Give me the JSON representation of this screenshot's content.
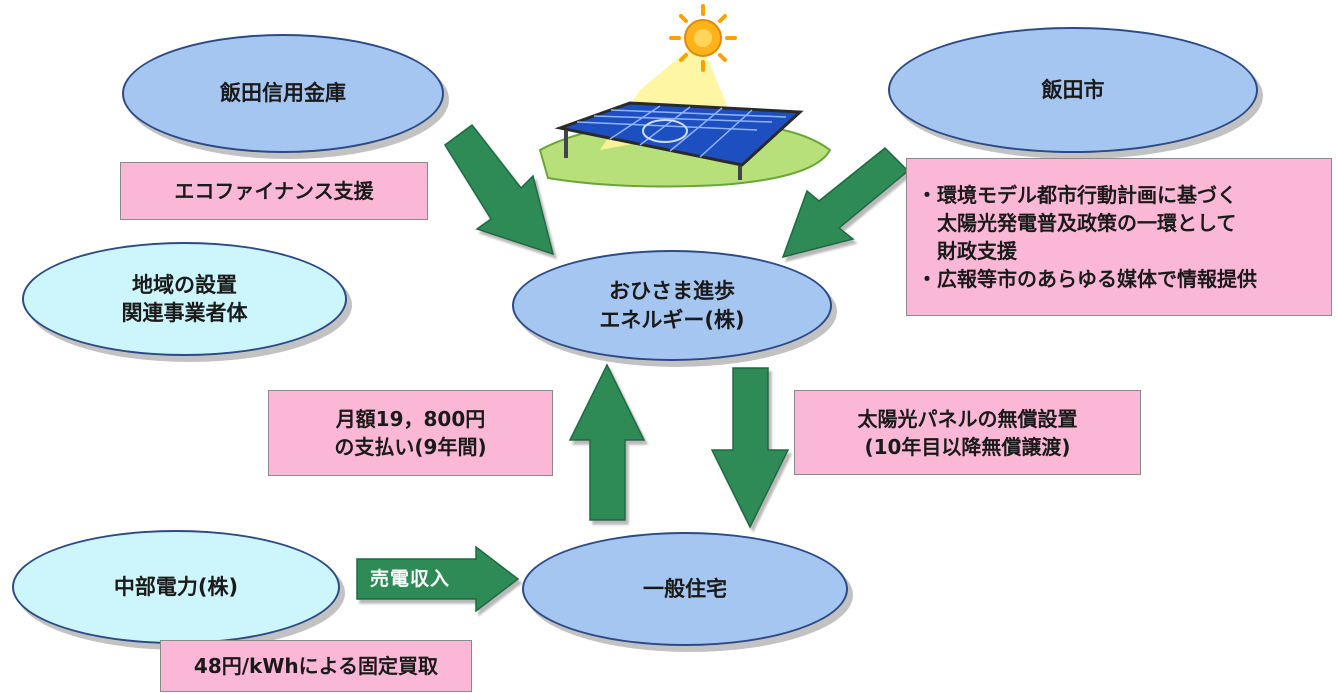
{
  "nodes": {
    "shinkin": "飯田信用金庫",
    "iida_city": "飯田市",
    "ohisama": [
      "おひさま進歩",
      "エネルギー(株)"
    ],
    "local_installers": [
      "地域の設置",
      "関連事業者体"
    ],
    "chubu": "中部電力(株)",
    "household": "一般住宅"
  },
  "boxes": {
    "eco_finance": "エコファイナンス支援",
    "city_support": [
      "・環境モデル都市行動計画に基づく",
      "　太陽光発電普及政策の一環として",
      "　財政支援",
      "・広報等市のあらゆる媒体で情報提供"
    ],
    "monthly_payment": [
      "月額19，800円",
      "の支払い(9年間)"
    ],
    "free_install": [
      "太陽光パネルの無償設置",
      "(10年目以降無償譲渡)"
    ],
    "fixed_purchase": "48円/kWhによる固定買取"
  },
  "arrows": {
    "power_sales_label": "売電収入"
  },
  "colors": {
    "ellipse_blue": "#a6c6f2",
    "ellipse_cyan": "#ccf6fb",
    "box_pink": "#fbb8d6",
    "arrow_green": "#2e8b57"
  }
}
